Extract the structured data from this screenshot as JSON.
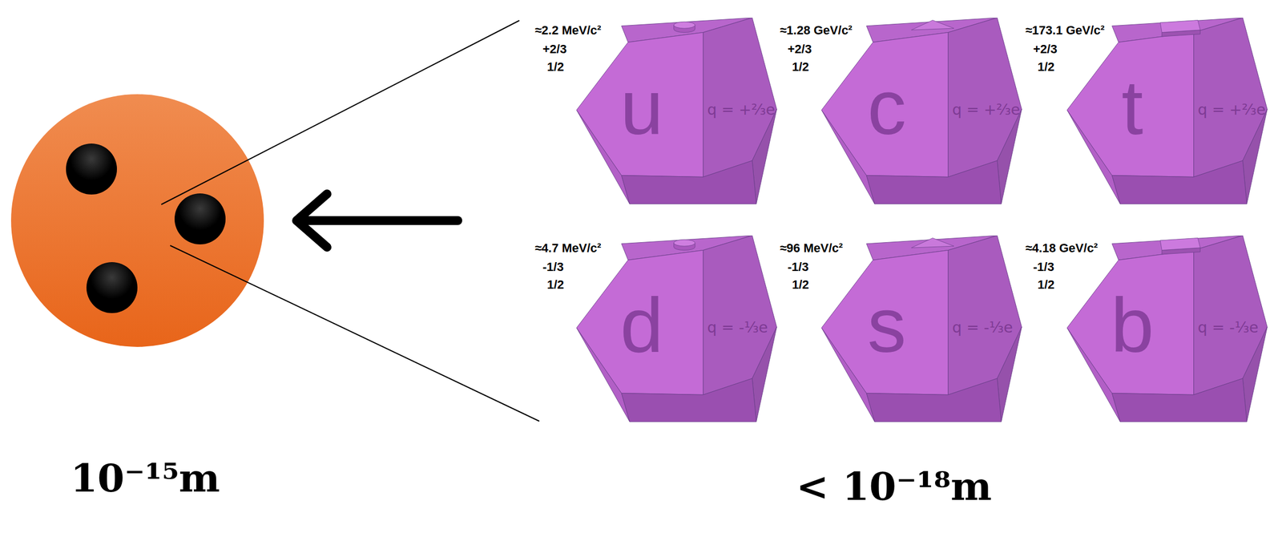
{
  "diagram": {
    "nodes": [
      {
        "text": [
          "≈2.2 MeV/c²",
          "+2/3",
          "1/2",
          "u",
          "q = +²⁄₃e"
        ]
      },
      {
        "text": [
          "≈1.28 GeV/c²",
          "+2/3",
          "1/2",
          "c",
          "q = +²⁄₃e"
        ]
      },
      {
        "text": [
          "≈173.1 GeV/c²",
          "+2/3",
          "1/2",
          "t",
          "q = +²⁄₃e"
        ]
      },
      {
        "text": [
          "≈4.7 MeV/c²",
          "-1/3",
          "1/2",
          "d",
          "q = -¹⁄₃e"
        ]
      },
      {
        "text": [
          "≈96 MeV/c²",
          "-1/3",
          "1/2",
          "s",
          "q = -¹⁄₃e"
        ]
      },
      {
        "text": [
          "≈4.18 GeV/c²",
          "-1/3",
          "1/2",
          "b",
          "q = -¹⁄₃e"
        ]
      }
    ],
    "labels": [
      "10⁻¹⁵m",
      "< 10⁻¹⁸m"
    ]
  }
}
